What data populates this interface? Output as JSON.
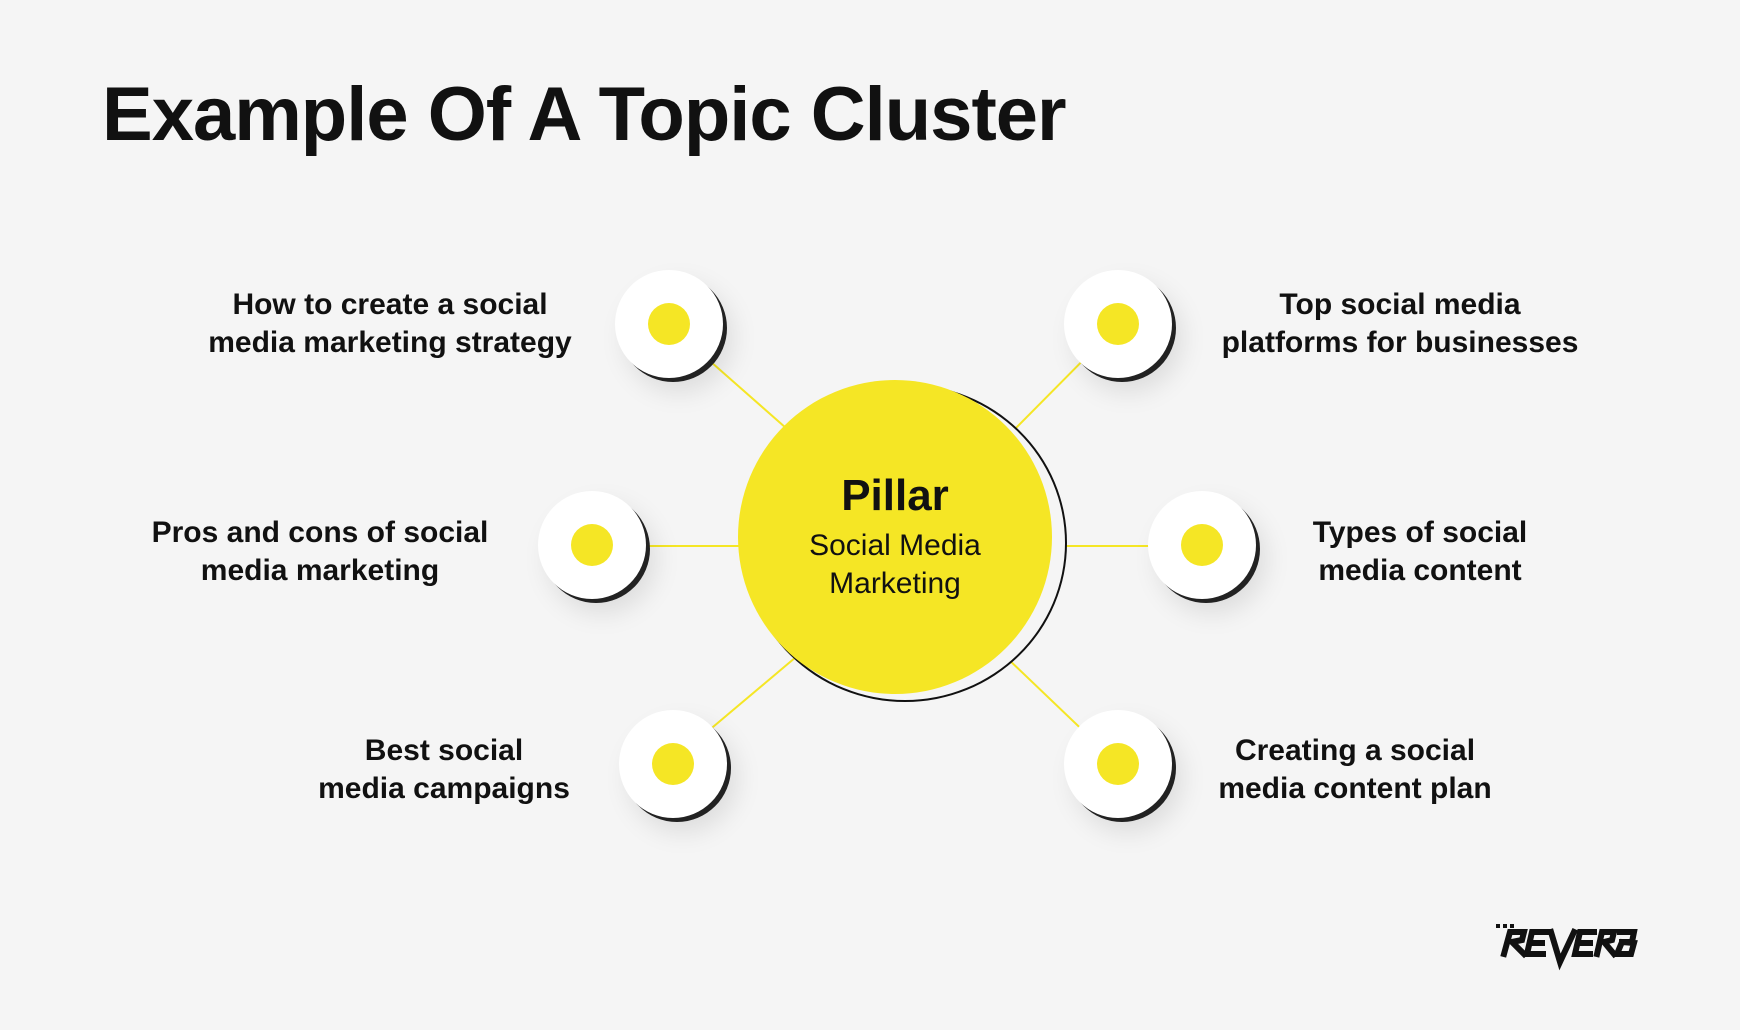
{
  "title": "Example Of A Topic Cluster",
  "pillar": {
    "heading": "Pillar",
    "subtitle": "Social Media Marketing"
  },
  "subtopics": [
    {
      "line1": "How to create a social",
      "line2": "media marketing strategy"
    },
    {
      "line1": "Pros and cons of social",
      "line2": "media marketing"
    },
    {
      "line1": "Best social",
      "line2": "media campaigns"
    },
    {
      "line1": "Top social media",
      "line2": "platforms for businesses"
    },
    {
      "line1": "Types of social",
      "line2": "media content"
    },
    {
      "line1": "Creating a social",
      "line2": "media content plan"
    }
  ],
  "logo_text": "REVERB",
  "colors": {
    "accent": "#f5e625",
    "background": "#f5f5f5",
    "text": "#111111"
  }
}
